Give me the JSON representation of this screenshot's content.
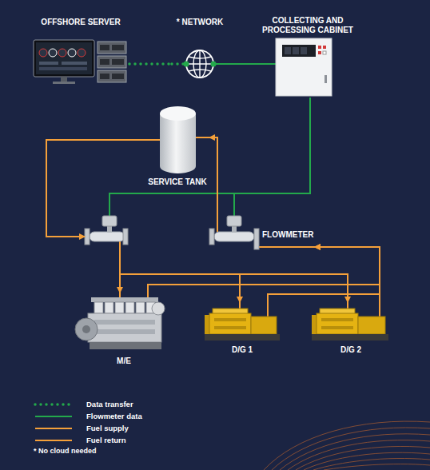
{
  "diagram": {
    "nodes": [
      {
        "text": [
          "OFFSHORE SERVER"
        ]
      },
      {
        "text": [
          "* NETWORK"
        ]
      },
      {
        "text": [
          "COLLECTING AND PROCESSING CABINET"
        ]
      },
      {
        "text": [
          "SERVICE TANK"
        ]
      },
      {
        "text": []
      },
      {
        "text": [
          "FLOWMETER"
        ]
      },
      {
        "text": [
          "M/E"
        ]
      },
      {
        "text": [
          "D/G 1"
        ]
      },
      {
        "text": [
          "D/G 2"
        ]
      }
    ],
    "edges": [
      {
        "from": 0,
        "to": 1,
        "arrow": "none"
      },
      {
        "from": 1,
        "to": 2,
        "arrow": "none"
      },
      {
        "from": 4,
        "to": 2,
        "arrow": "none"
      },
      {
        "from": 5,
        "to": 2,
        "arrow": "none"
      },
      {
        "from": 3,
        "to": 4,
        "arrow": "to"
      },
      {
        "from": 4,
        "to": 6,
        "arrow": "to"
      },
      {
        "from": 4,
        "to": 7,
        "arrow": "to"
      },
      {
        "from": 4,
        "to": 8,
        "arrow": "to"
      },
      {
        "from": 6,
        "to": 5,
        "arrow": "to"
      },
      {
        "from": 7,
        "to": 5,
        "arrow": "to"
      },
      {
        "from": 8,
        "to": 5,
        "arrow": "to"
      },
      {
        "from": 5,
        "to": 3,
        "arrow": "to"
      }
    ],
    "labels": [
      "* No cloud needed"
    ],
    "legend": [
      {
        "text": "Data transfer"
      },
      {
        "text": "Flowmeter data"
      },
      {
        "text": "Fuel supply"
      },
      {
        "text": "Fuel return"
      }
    ]
  }
}
